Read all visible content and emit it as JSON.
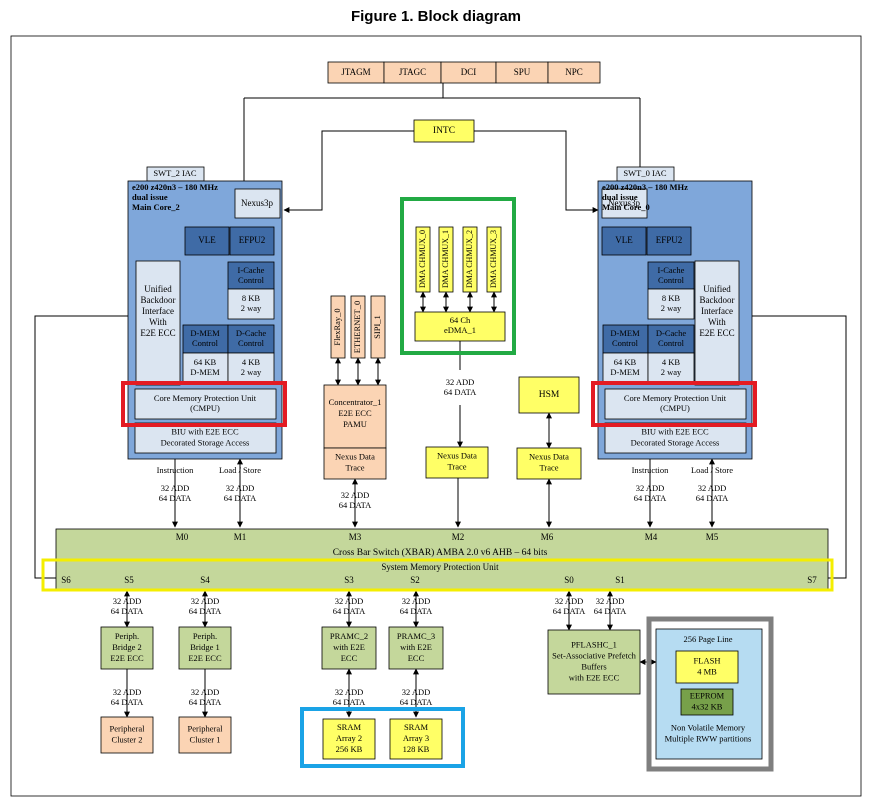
{
  "figure_title": "Figure 1. Block diagram",
  "debug_blocks": [
    "JTAGM",
    "JTAGC",
    "DCI",
    "SPU",
    "NPC"
  ],
  "intc": "INTC",
  "left_core": {
    "swt": "SWT_2 IAC",
    "title": [
      "e200 z420n3 – 180 MHz",
      "dual issue",
      "Main Core_2"
    ],
    "nexus": "Nexus3p",
    "vle": "VLE",
    "efpu": "EFPU2",
    "backdoor": [
      "Unified",
      "Backdoor",
      "Interface",
      "With",
      "E2E ECC"
    ],
    "icache_ctrl": [
      "I-Cache",
      "Control"
    ],
    "icache_size": [
      "8 KB",
      "2 way"
    ],
    "dmem_ctrl": [
      "D-MEM",
      "Control"
    ],
    "dcache_ctrl": [
      "D-Cache",
      "Control"
    ],
    "dmem_size": [
      "64 KB",
      "D-MEM"
    ],
    "dcache_size": [
      "4 KB",
      "2 way"
    ],
    "cmpu": [
      "Core Memory Protection Unit",
      "(CMPU)"
    ],
    "biu": [
      "BIU with E2E ECC",
      "Decorated Storage Access"
    ]
  },
  "right_core": {
    "swt": "SWT_0 IAC",
    "title": [
      "e200 z420n3 – 180 MHz",
      "dual issue",
      "Main Core_0"
    ],
    "nexus": "Nexus3p",
    "vle": "VLE",
    "efpu": "EFPU2",
    "backdoor": [
      "Unified",
      "Backdoor",
      "Interface",
      "With",
      "E2E ECC"
    ],
    "icache_ctrl": [
      "I-Cache",
      "Control"
    ],
    "icache_size": [
      "8 KB",
      "2 way"
    ],
    "dmem_ctrl": [
      "D-MEM",
      "Control"
    ],
    "dcache_ctrl": [
      "D-Cache",
      "Control"
    ],
    "dmem_size": [
      "64 KB",
      "D-MEM"
    ],
    "dcache_size": [
      "4 KB",
      "2 way"
    ],
    "cmpu": [
      "Core Memory Protection Unit",
      "(CMPU)"
    ],
    "biu": [
      "BIU with E2E ECC",
      "Decorated Storage Access"
    ]
  },
  "peripherals_vertical": [
    "FlexRay_0",
    "ETHERNET_0",
    "SIPI_1"
  ],
  "concentrator": [
    "Concentrator_1",
    "E2E ECC",
    "PAMU"
  ],
  "nexus_trace": [
    "Nexus Data",
    "Trace"
  ],
  "dma_chmux": [
    "DMA CHMUX_0",
    "DMA CHMUX_1",
    "DMA CHMUX_2",
    "DMA CHMUX_3"
  ],
  "edma": [
    "64 Ch",
    "eDMA_1"
  ],
  "hsm": "HSM",
  "bus_labels": {
    "add_data": [
      "32 ADD",
      "64 DATA"
    ],
    "instruction": "Instruction",
    "load_store": "Load / Store"
  },
  "masters": [
    "M0",
    "M1",
    "M3",
    "M2",
    "M6",
    "M4",
    "M5"
  ],
  "xbar": "Cross Bar Switch (XBAR) AMBA 2.0 v6 AHB – 64 bits",
  "smpu": "System Memory Protection Unit",
  "slaves": [
    "S6",
    "S5",
    "S4",
    "S3",
    "S2",
    "S0",
    "S1",
    "S7"
  ],
  "periph_bridges": [
    {
      "name": [
        "Periph.",
        "Bridge 2",
        "E2E ECC"
      ],
      "cluster": [
        "Peripheral",
        "Cluster 2"
      ]
    },
    {
      "name": [
        "Periph.",
        "Bridge 1",
        "E2E ECC"
      ],
      "cluster": [
        "Peripheral",
        "Cluster 1"
      ]
    }
  ],
  "pramc": [
    {
      "name": [
        "PRAMC_2",
        "with E2E",
        "ECC"
      ],
      "sram": [
        "SRAM",
        "Array 2",
        "256 KB"
      ]
    },
    {
      "name": [
        "PRAMC_3",
        "with E2E",
        "ECC"
      ],
      "sram": [
        "SRAM",
        "Array 3",
        "128 KB"
      ]
    }
  ],
  "pflash": [
    "PFLASHC_1",
    "Set-Associative Prefetch",
    "Buffers",
    "with E2E ECC"
  ],
  "nvm": {
    "page_line": "256 Page Line",
    "flash": [
      "FLASH",
      "4 MB"
    ],
    "eeprom": [
      "EEPROM",
      "4x32 KB"
    ],
    "caption": [
      "Non Volatile Memory",
      "Multiple RWW partitions"
    ]
  },
  "colors": {
    "core_blue": "#7fa7da",
    "core_dark": "#3f6ba6",
    "light_blue_box": "#dbe5f1",
    "yellow": "#ffff66",
    "tan": "#fbd4b4",
    "green": "#c4d79b",
    "highlight_red": "#e31b23",
    "highlight_green": "#22aa44",
    "highlight_yellow": "#f4ee00",
    "highlight_blue": "#1aa3e6",
    "highlight_gray": "#7f7f7f",
    "nvm_bg": "#b6dcf2",
    "flash_yellow": "#ffff66",
    "eeprom_green": "#77a04a"
  }
}
